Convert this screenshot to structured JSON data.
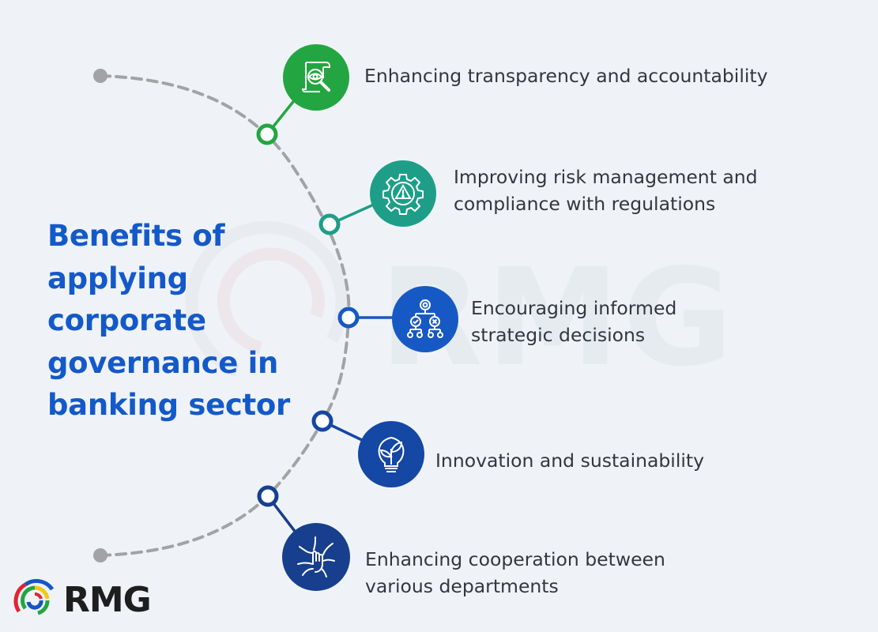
{
  "title": {
    "lines": [
      "Benefits of",
      "applying",
      "corporate",
      "governance in",
      "banking sector"
    ],
    "color": "#1459c9"
  },
  "watermark": "RMG",
  "items": [
    {
      "id": 1,
      "lines": [
        "Enhancing transparency and accountability"
      ],
      "icon": "document-eye-magnifier-icon",
      "color": "#23a642"
    },
    {
      "id": 2,
      "lines": [
        "Improving risk management and",
        "compliance with regulations"
      ],
      "icon": "gear-warning-icon",
      "color": "#1e9e88"
    },
    {
      "id": 3,
      "lines": [
        "Encouraging informed",
        "strategic decisions"
      ],
      "icon": "decision-tree-icon",
      "color": "#1759c4"
    },
    {
      "id": 4,
      "lines": [
        "Innovation and sustainability"
      ],
      "icon": "lightbulb-leaf-icon",
      "color": "#1547a4"
    },
    {
      "id": 5,
      "lines": [
        "Enhancing cooperation between",
        "various departments"
      ],
      "icon": "team-hands-icon",
      "color": "#173f8e"
    }
  ],
  "arc": {
    "color": "#a3a3a6",
    "style": "dashed"
  },
  "logo": {
    "text": "RMG",
    "ring_colors": [
      "#1556c4",
      "#e32432",
      "#23a642",
      "#f5c518"
    ]
  }
}
